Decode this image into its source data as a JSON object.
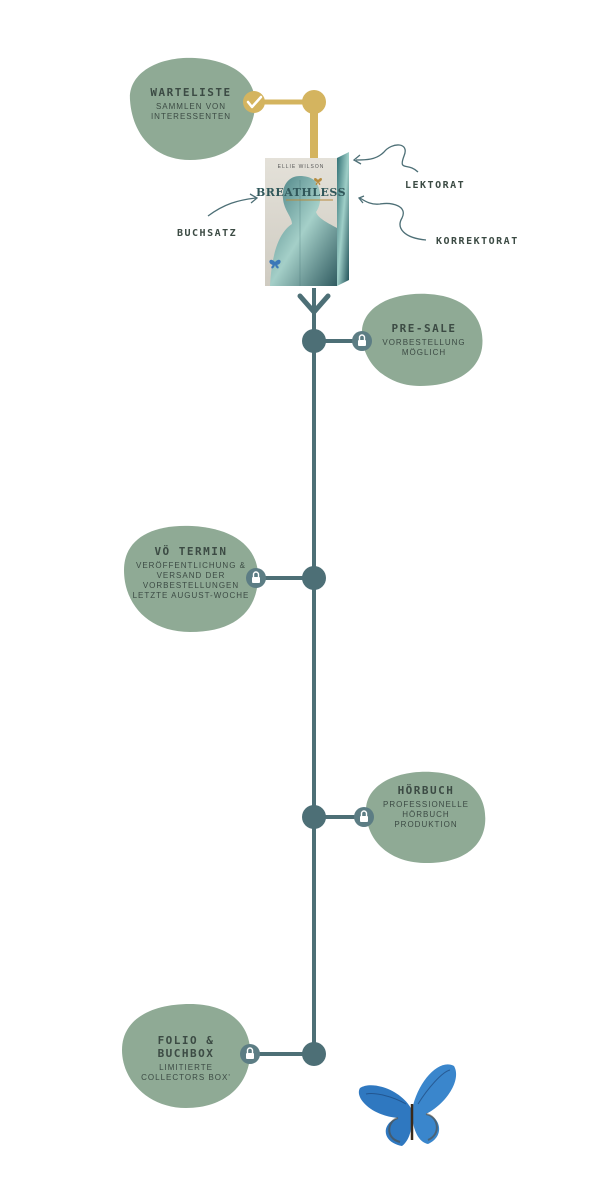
{
  "milestones": {
    "warteliste": {
      "title": "WARTELISTE",
      "subtitle": "SAMMLEN VON INTERESSENTEN"
    },
    "presale": {
      "title": "PRE-SALE",
      "subtitle": "VORBESTELLUNG MÖGLICH"
    },
    "voe": {
      "title": "VÖ TERMIN",
      "subtitle": "VERÖFFENTLICHUNG & VERSAND DER VORBESTELLUNGEN LETZTE AUGUST-WOCHE"
    },
    "hoerbuch": {
      "title": "HÖRBUCH",
      "subtitle": "PROFESSIONELLE HÖRBUCH PRODUKTION"
    },
    "folio": {
      "title": "FOLIO & BUCHBOX",
      "subtitle": "LIMITIERTE COLLECTORS BOX'"
    }
  },
  "annotations": {
    "lektorat": "LEKTORAT",
    "korrektorat": "KORREKTORAT",
    "buchsatz": "BUCHSATZ"
  },
  "book": {
    "author": "ELLIE WILSON",
    "title": "BREATHLESS"
  },
  "colors": {
    "line": "#4d6f76",
    "blob": "#8faa95",
    "gold": "#d4b45f",
    "lock": "#5c7d84"
  }
}
